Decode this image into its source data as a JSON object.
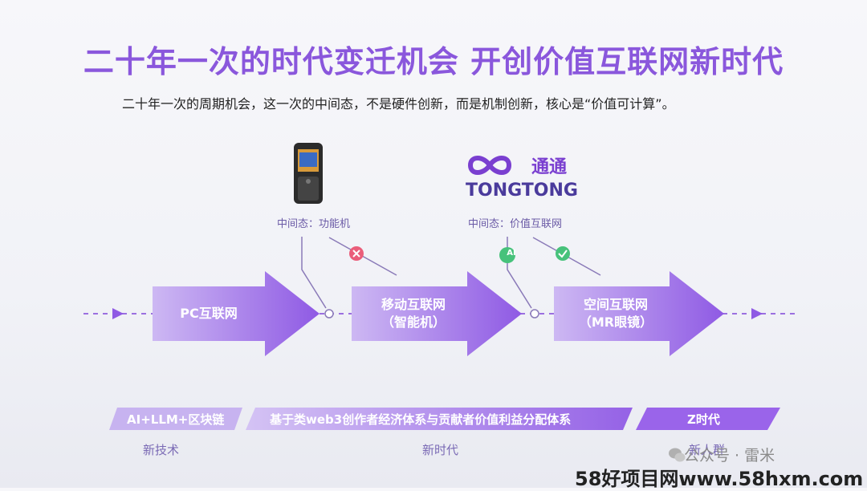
{
  "title": "二十年一次的时代变迁机会 开创价值互联网新时代",
  "subtitle": "二十年一次的周期机会，这一次的中间态，不是硬件创新，而是机制创新，核心是“价值可计算”。",
  "mid_labels": [
    "中间态：功能机",
    "中间态：价值互联网"
  ],
  "logo": {
    "cn": "通通",
    "en": "TONGTONG"
  },
  "badges": {
    "ai": "AI"
  },
  "arrows": [
    {
      "line1": "PC互联网",
      "line2": ""
    },
    {
      "line1": "移动互联网",
      "line2": "（智能机）"
    },
    {
      "line1": "空间互联网",
      "line2": "（MR眼镜）"
    }
  ],
  "bands": [
    {
      "text": "AI+LLM+区块链",
      "caption": "新技术"
    },
    {
      "text": "基于类web3创作者经济体系与贡献者价值利益分配体系",
      "caption": "新时代"
    },
    {
      "text": "Z时代",
      "caption": "新人群"
    }
  ],
  "watermark": {
    "account": "公众号 · 雷米",
    "site": "58好项目网www.58hxm.com"
  },
  "colors": {
    "accent": "#8a57dc",
    "arrow": "#9a68e6",
    "arrow_light": "#c9b3f1",
    "dash": "#9b6fe0",
    "cross": "#ea5d7a",
    "check": "#47c27b"
  }
}
